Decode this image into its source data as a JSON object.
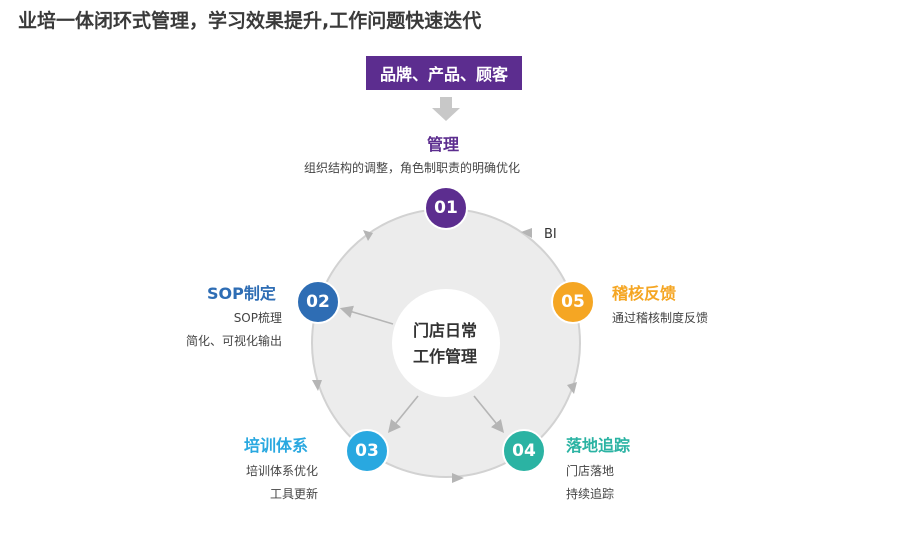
{
  "title": "业培一体闭环式管理，学习效果提升,工作问题快速迭代",
  "top_box": "品牌、产品、顾客",
  "center": {
    "line1": "门店日常",
    "line2": "工作管理"
  },
  "bi_label": "BI",
  "nodes": [
    {
      "num": "01",
      "title": "管理",
      "desc": [
        "组织结构的调整，角色制职责的明确优化"
      ],
      "color": "#5c2d8f"
    },
    {
      "num": "02",
      "title": "SOP制定",
      "desc": [
        "SOP梳理",
        "简化、可视化输出"
      ],
      "color": "#2e6db4"
    },
    {
      "num": "03",
      "title": "培训体系",
      "desc": [
        "培训体系优化",
        "工具更新"
      ],
      "color": "#29a8e0"
    },
    {
      "num": "04",
      "title": "落地追踪",
      "desc": [
        "门店落地",
        "持续追踪"
      ],
      "color": "#2bb3a3"
    },
    {
      "num": "05",
      "title": "稽核反馈",
      "desc": [
        "通过稽核制度反馈"
      ],
      "color": "#f5a623"
    }
  ],
  "colors": {
    "ring": "#e8e8e8",
    "ring_stroke": "#cfcfcf",
    "arrow": "#b5b5b5",
    "title_text": "#3a3a3a"
  }
}
